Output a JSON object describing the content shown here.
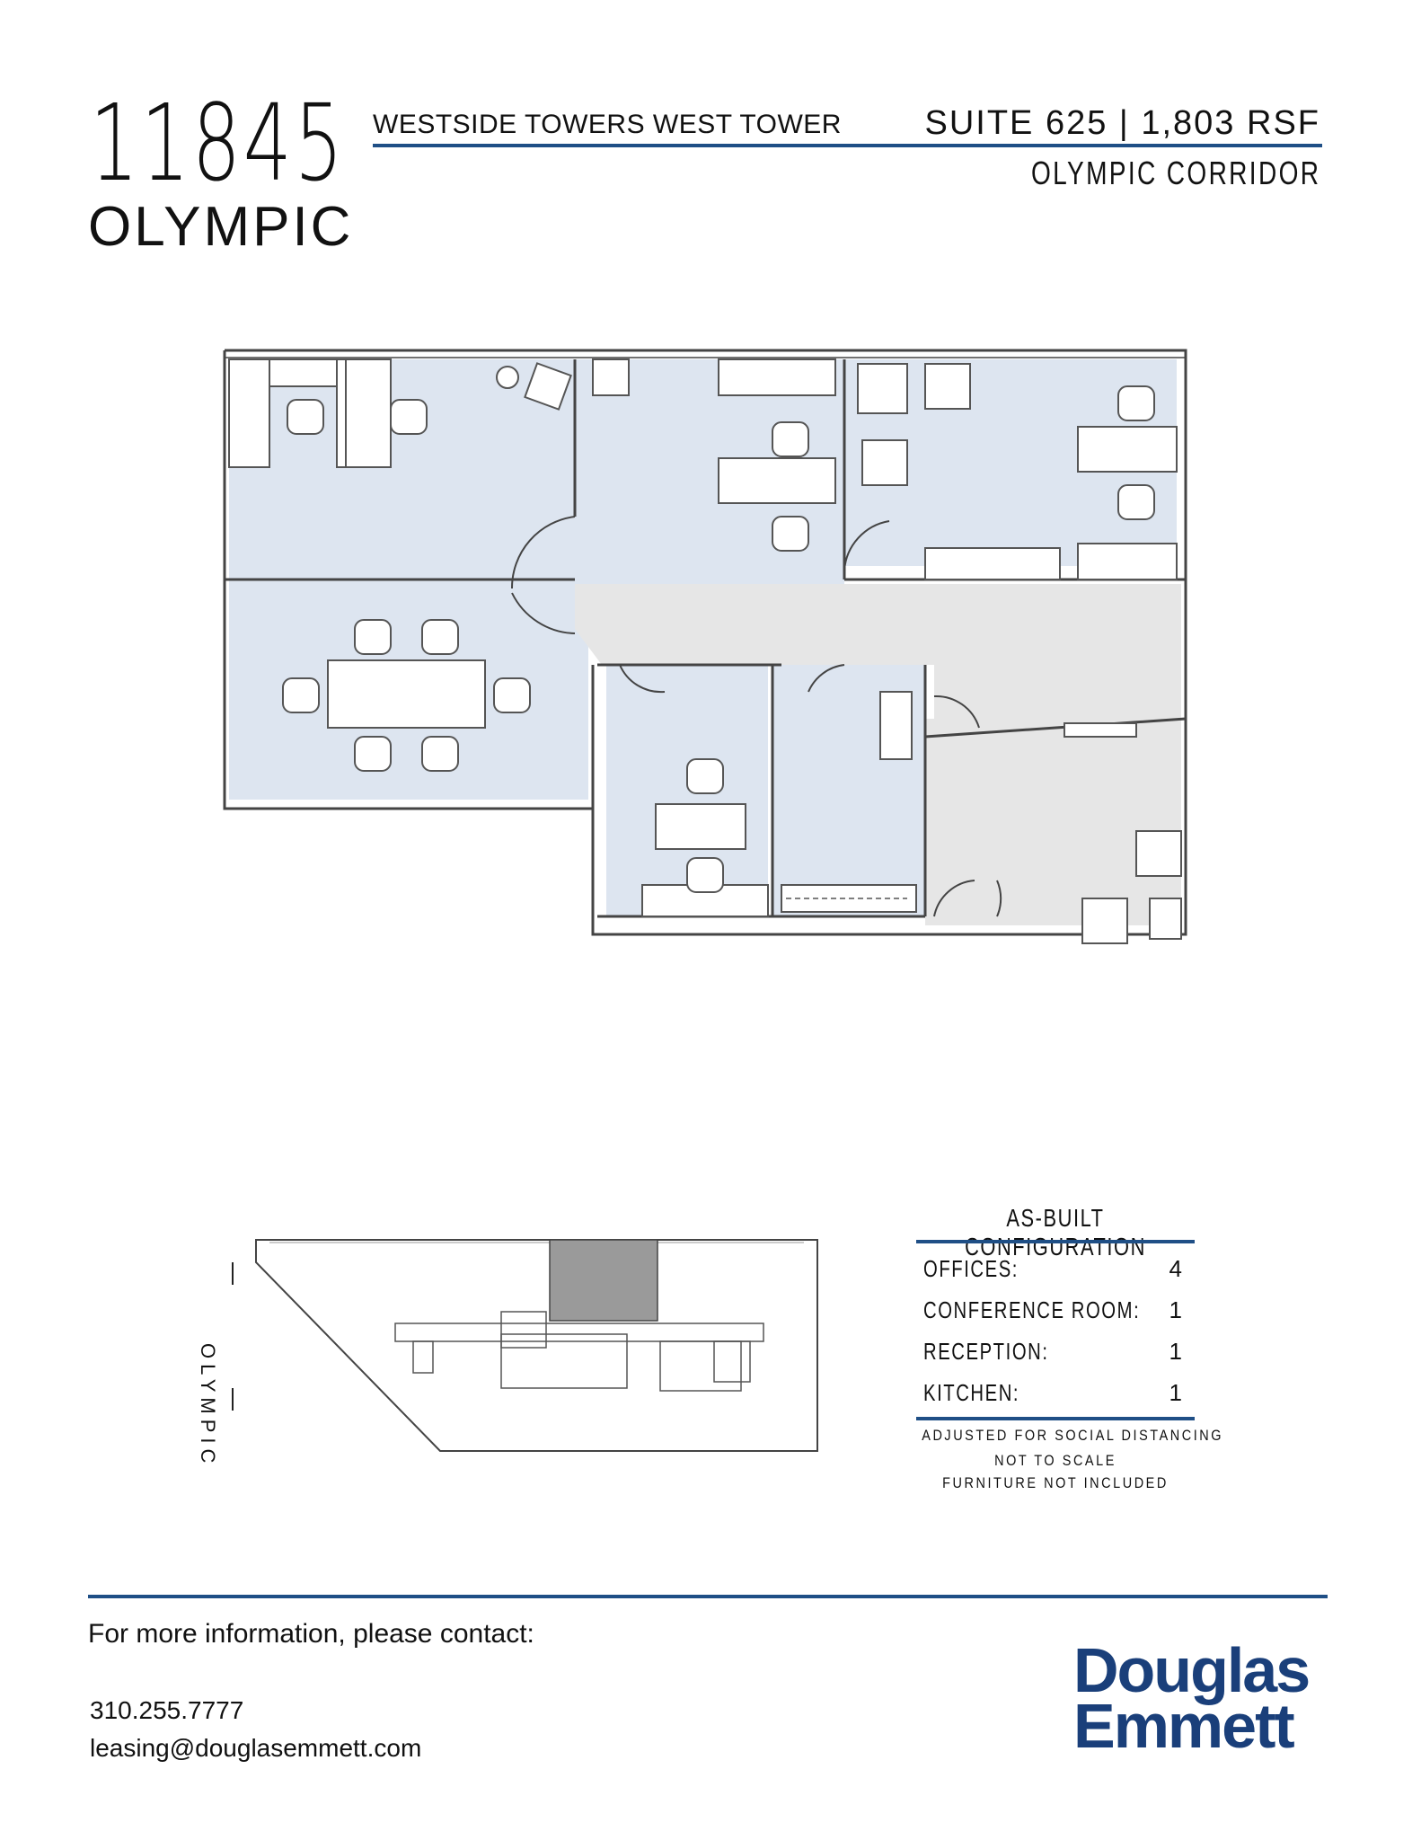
{
  "header": {
    "address_number": "11845",
    "address_street": "OLYMPIC",
    "building_name": "WESTSIDE TOWERS WEST TOWER",
    "suite_info": "SUITE 625 | 1,803 RSF",
    "submarket": "OLYMPIC CORRIDOR"
  },
  "keyplan": {
    "street_label": "OLYMPIC"
  },
  "configuration": {
    "title": "AS-BUILT CONFIGURATION",
    "rows": [
      {
        "label": "OFFICES:",
        "value": "4"
      },
      {
        "label": "CONFERENCE ROOM:",
        "value": "1"
      },
      {
        "label": "RECEPTION:",
        "value": "1"
      },
      {
        "label": "KITCHEN:",
        "value": "1"
      }
    ],
    "notes": [
      "ADJUSTED FOR SOCIAL DISTANCING",
      "NOT TO SCALE",
      "FURNITURE NOT INCLUDED"
    ]
  },
  "footer": {
    "contact_prompt": "For more information, please contact:",
    "phone": "310.255.7777",
    "email": "leasing@douglasemmett.com",
    "logo_line1": "Douglas",
    "logo_line2": "Emmett"
  },
  "colors": {
    "accent": "#1f4f86",
    "office_fill": "#dde5f0",
    "corridor_fill": "#e6e6e6",
    "logo": "#1a3f7a"
  }
}
